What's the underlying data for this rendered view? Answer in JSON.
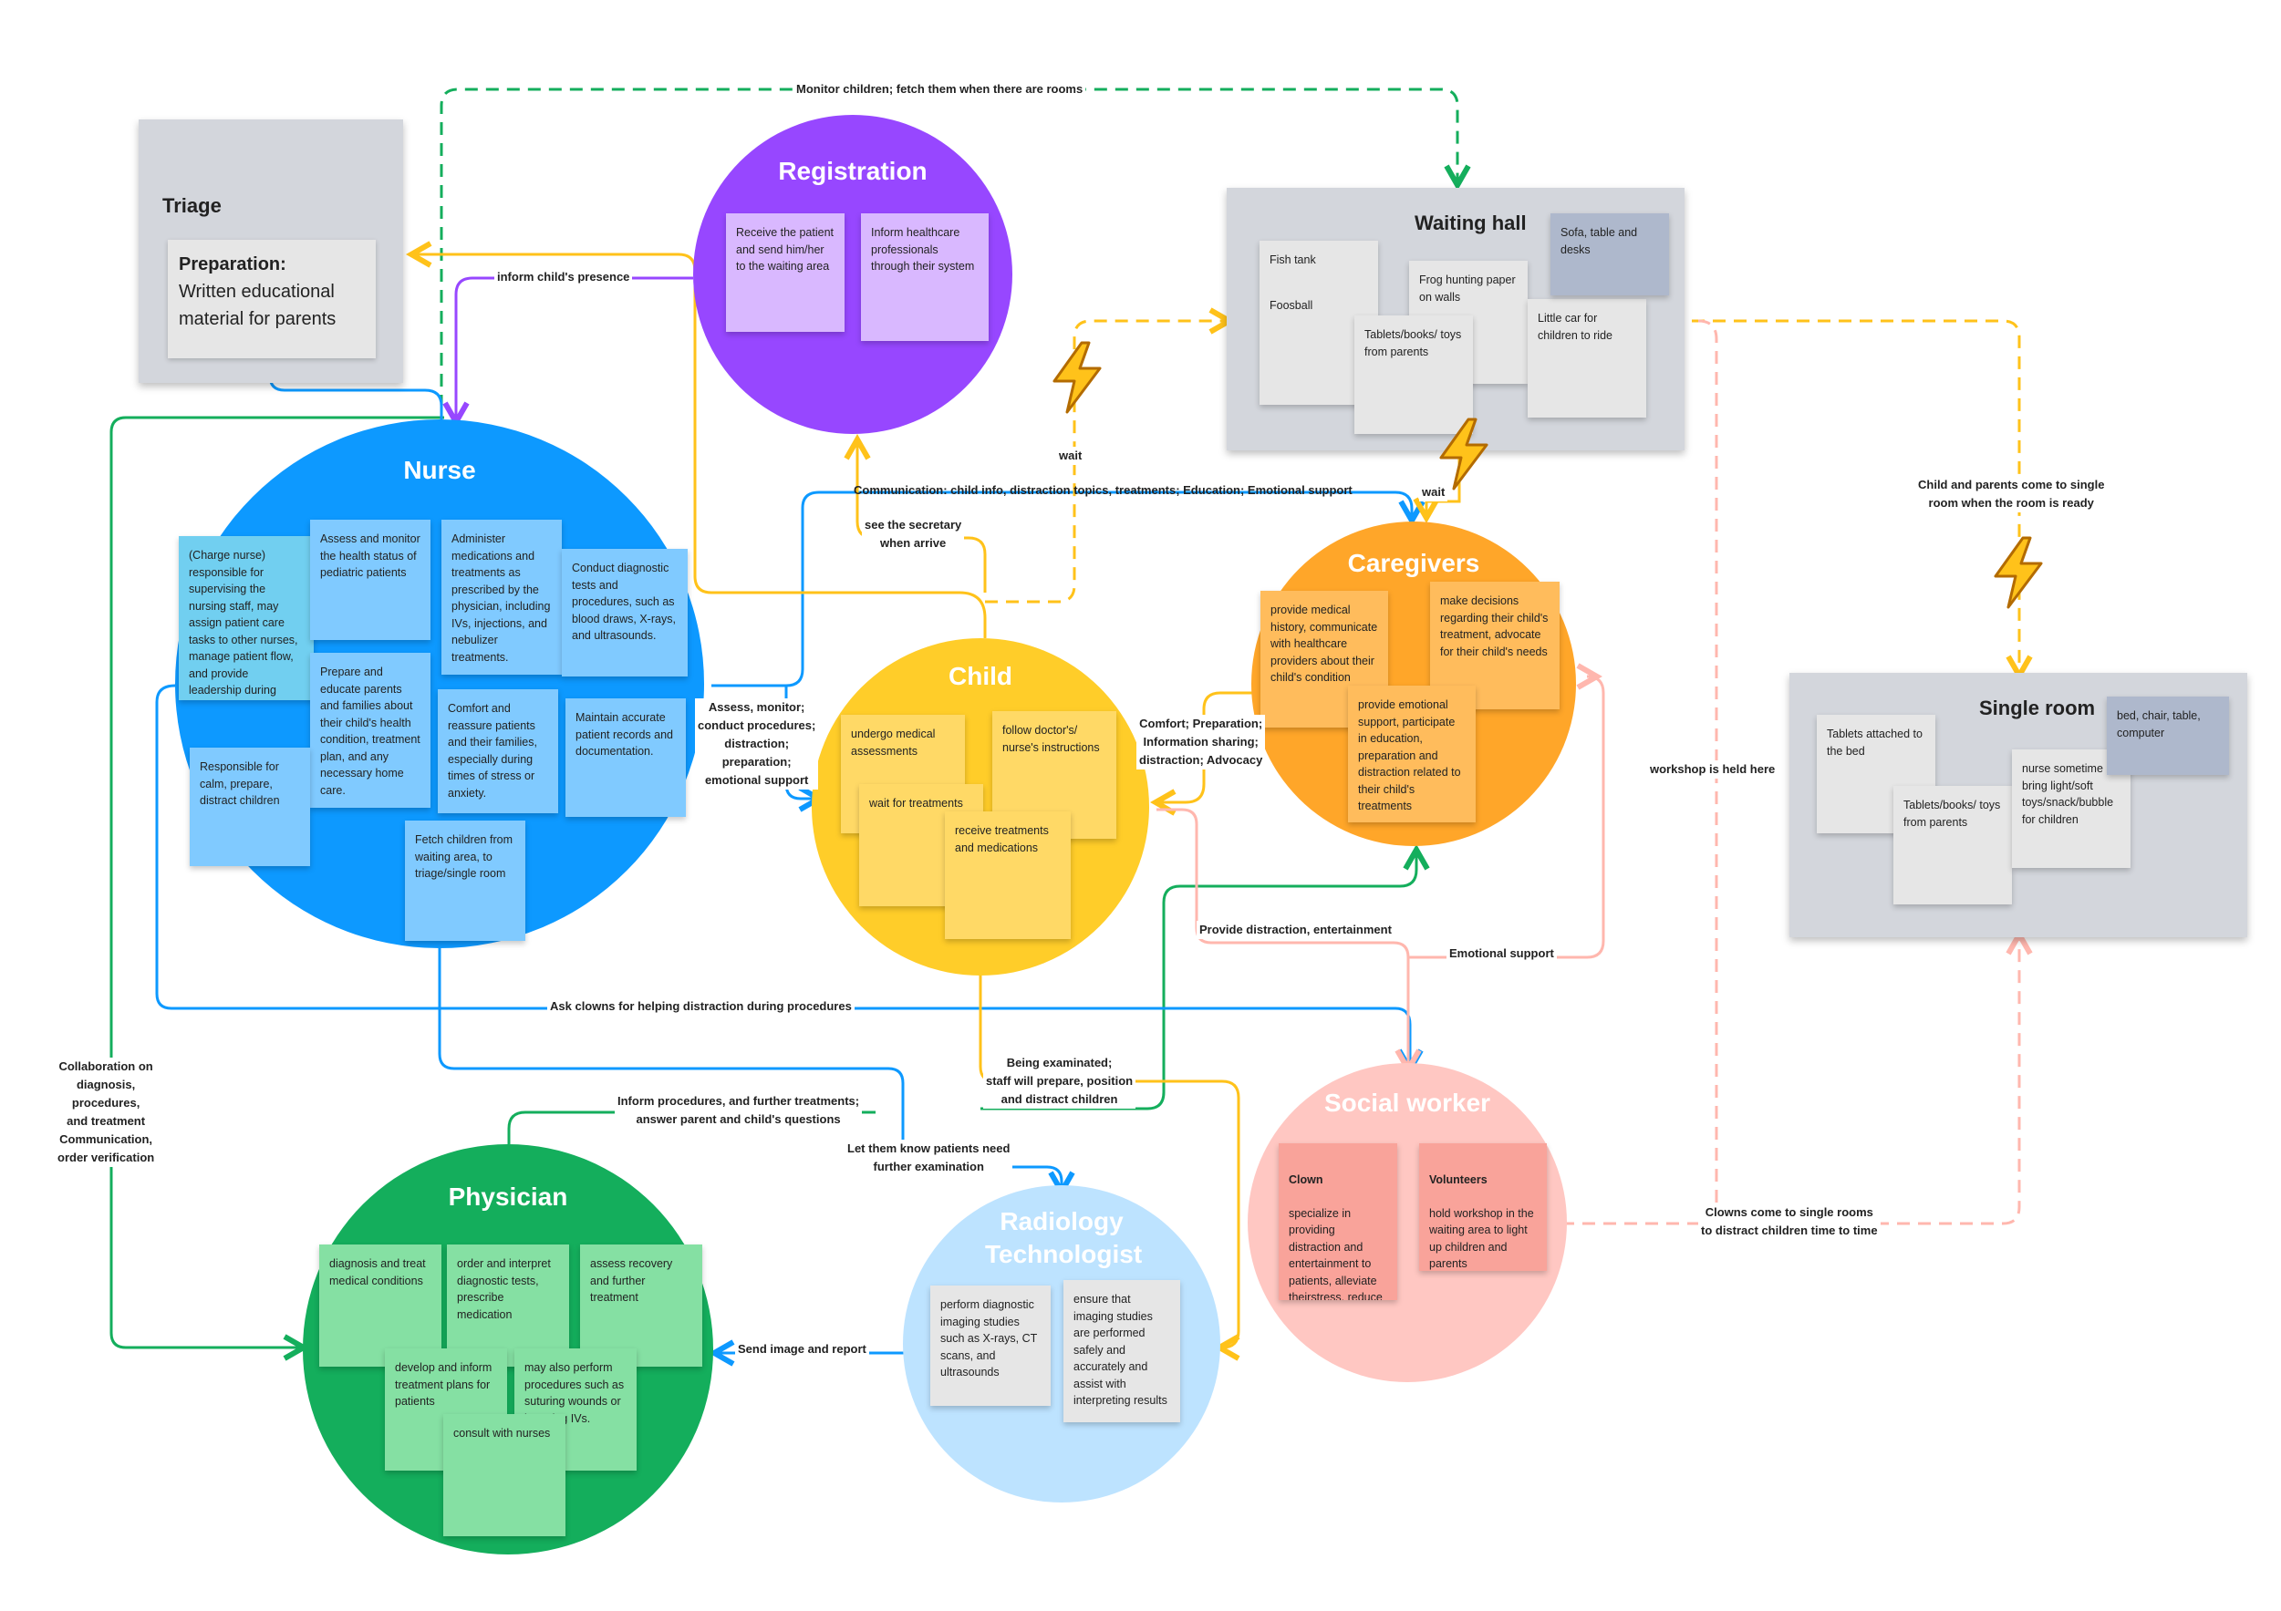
{
  "zones": {
    "triage": {
      "title": "Triage",
      "prep_title": "Preparation:",
      "prep_text": "Written educational material for parents"
    },
    "waiting_hall": {
      "title": "Waiting hall",
      "notes": [
        "Fish tank",
        "Foosball",
        "Frog hunting paper on walls",
        "Tablets/books/ toys from parents",
        "Little car for children to ride",
        "Sofa, table and desks"
      ]
    },
    "single_room": {
      "title": "Single room",
      "notes": [
        "Tablets attached to the bed",
        "Tablets/books/ toys from parents",
        "nurse sometime bring light/soft toys/snack/bubble for children",
        "bed, chair, table, computer"
      ]
    }
  },
  "roles": {
    "registration": {
      "title": "Registration",
      "notes": [
        "Receive the patient and send him/her to the waiting area",
        "Inform healthcare professionals through their system"
      ]
    },
    "nurse": {
      "title": "Nurse",
      "notes": [
        "(Charge nurse) responsible for supervising the nursing staff, may assign patient care tasks to other nurses, manage patient flow, and provide leadership during emergency situations.",
        "Assess and monitor the health status of pediatric patients",
        "Administer medications and treatments as prescribed by the physician, including IVs, injections, and nebulizer treatments.",
        "Conduct diagnostic tests and procedures, such as blood draws, X-rays, and ultrasounds.",
        "Prepare and educate parents and families about their child's health condition, treatment plan, and any necessary home care.",
        "Comfort and reassure patients and their families, especially during times of stress or anxiety.",
        "Maintain accurate patient records and documentation.",
        "Responsible for calm, prepare, distract children",
        "Fetch children from waiting area, to triage/single room"
      ]
    },
    "child": {
      "title": "Child",
      "notes": [
        "undergo medical assessments",
        "follow doctor's/ nurse's instructions",
        "wait for treatments",
        "receive treatments and medications"
      ]
    },
    "caregivers": {
      "title": "Caregivers",
      "notes": [
        "provide medical history, communicate with healthcare providers about their child's condition",
        "make decisions regarding their child's treatment, advocate for their child's needs",
        "provide emotional support, participate in education, preparation and distraction related to their child's treatments"
      ]
    },
    "physician": {
      "title": "Physician",
      "notes": [
        "diagnosis and treat medical conditions",
        "order and interpret diagnostic tests, prescribe medication",
        "assess recovery and further treatment",
        "develop and inform treatment plans for patients",
        "may also perform procedures such as suturing wounds or inserting IVs.",
        "consult with nurses"
      ]
    },
    "radiology": {
      "title": "Radiology Technologist",
      "notes": [
        "perform diagnostic imaging studies such as X-rays, CT scans, and ultrasounds",
        "ensure that imaging studies are performed safely and accurately and assist with interpreting results"
      ]
    },
    "social_worker": {
      "title": "Social worker",
      "clown_title": "Clown",
      "clown_text": "specialize in providing distraction and entertainment to patients, alleviate theirstress, reduce anxiety",
      "vol_title": "Volunteers",
      "vol_text": "hold workshop in the waiting area to light up children and parents"
    }
  },
  "connectors": {
    "monitor": "Monitor children; fetch them when there are rooms",
    "inform_presence": "inform child's presence",
    "wait1": "wait",
    "wait2": "wait",
    "communication": "Communication: child info, distraction topics, treatments; Education; Emotional support",
    "see_secretary": "see the secretary\nwhen arrive",
    "assess": "Assess, monitor;\nconduct procedures;\ndistraction;\npreparation;\nemotional support",
    "comfort": "Comfort; Preparation;\nInformation sharing;\ndistraction; Advocacy",
    "provide_distraction": "Provide distraction, entertainment",
    "emotional_support": "Emotional support",
    "ask_clowns": "Ask clowns for helping distraction during procedures",
    "being_examinated": "Being examinated;\nstaff will prepare, position\nand distract children",
    "inform_procedures": "Inform procedures, and further treatments;\nanswer parent and child's questions",
    "let_them_know": "Let them know patients need\nfurther examination",
    "send_image": "Send image and report",
    "collaboration": "Collaboration on\ndiagnosis,\nprocedures,\nand treatment\nCommunication,\norder verification",
    "workshop": "workshop is held here",
    "come_single": "Child and parents come to single\nroom when the room is ready",
    "clowns_come": "Clowns come to single rooms\nto distract children time to time"
  },
  "colors": {
    "registration": "#9747ff",
    "nurse": "#0d99ff",
    "child": "#ffcd29",
    "caregivers": "#ffa629",
    "physician": "#14ae5c",
    "radiology": "#bde3ff",
    "social_worker": "#ffc7c2",
    "green_line": "#14ae5c",
    "purple_line": "#9747ff",
    "blue_line": "#0d99ff",
    "yellow_line": "#ffc21a",
    "pink_line": "#ffb7ae"
  }
}
